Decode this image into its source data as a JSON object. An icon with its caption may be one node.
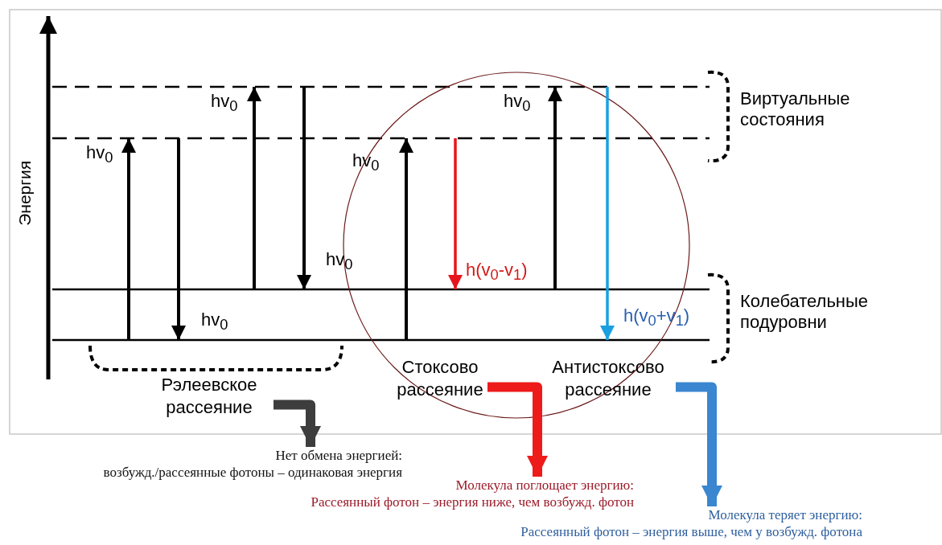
{
  "diagram": {
    "nodes": [
      {
        "text": [
          "Рэлеевское рассеяние"
        ]
      },
      {
        "text": [
          "Нет обмена энергией:",
          "возбужд./рассеянные фотоны – одинаковая энергия"
        ]
      },
      {
        "text": [
          "Стоксово рассеяние"
        ]
      },
      {
        "text": [
          "Молекула поглощает энергию:",
          "Рассеянный фотон – энергия ниже, чем возбужд. фотон"
        ]
      },
      {
        "text": [
          "Антистоксово рассеяние"
        ]
      },
      {
        "text": [
          "Молекула теряет энергию:",
          "Рассеянный фотон – энергия выше, чем у возбужд. фотона"
        ]
      }
    ],
    "edges": [
      {
        "from": 0,
        "to": 1,
        "arrow": "to",
        "color": "#3d3d3d"
      },
      {
        "from": 2,
        "to": 3,
        "arrow": "to",
        "color": "#ee1b1b"
      },
      {
        "from": 4,
        "to": 5,
        "arrow": "to",
        "color": "#3a86d0"
      }
    ],
    "labels": [
      "hv$_{0}$",
      "hv$_{0}$",
      "Виртуальные состояния",
      "hv$_{0}$",
      "hv$_{0}$",
      "Энергия",
      "hv$_{0}$",
      "h(v$_{0}$-v$_{1}$)",
      "Колебательные подуровни",
      "h(v$_{0}$+v$_{1}$)",
      "hv$_{0}$"
    ]
  }
}
